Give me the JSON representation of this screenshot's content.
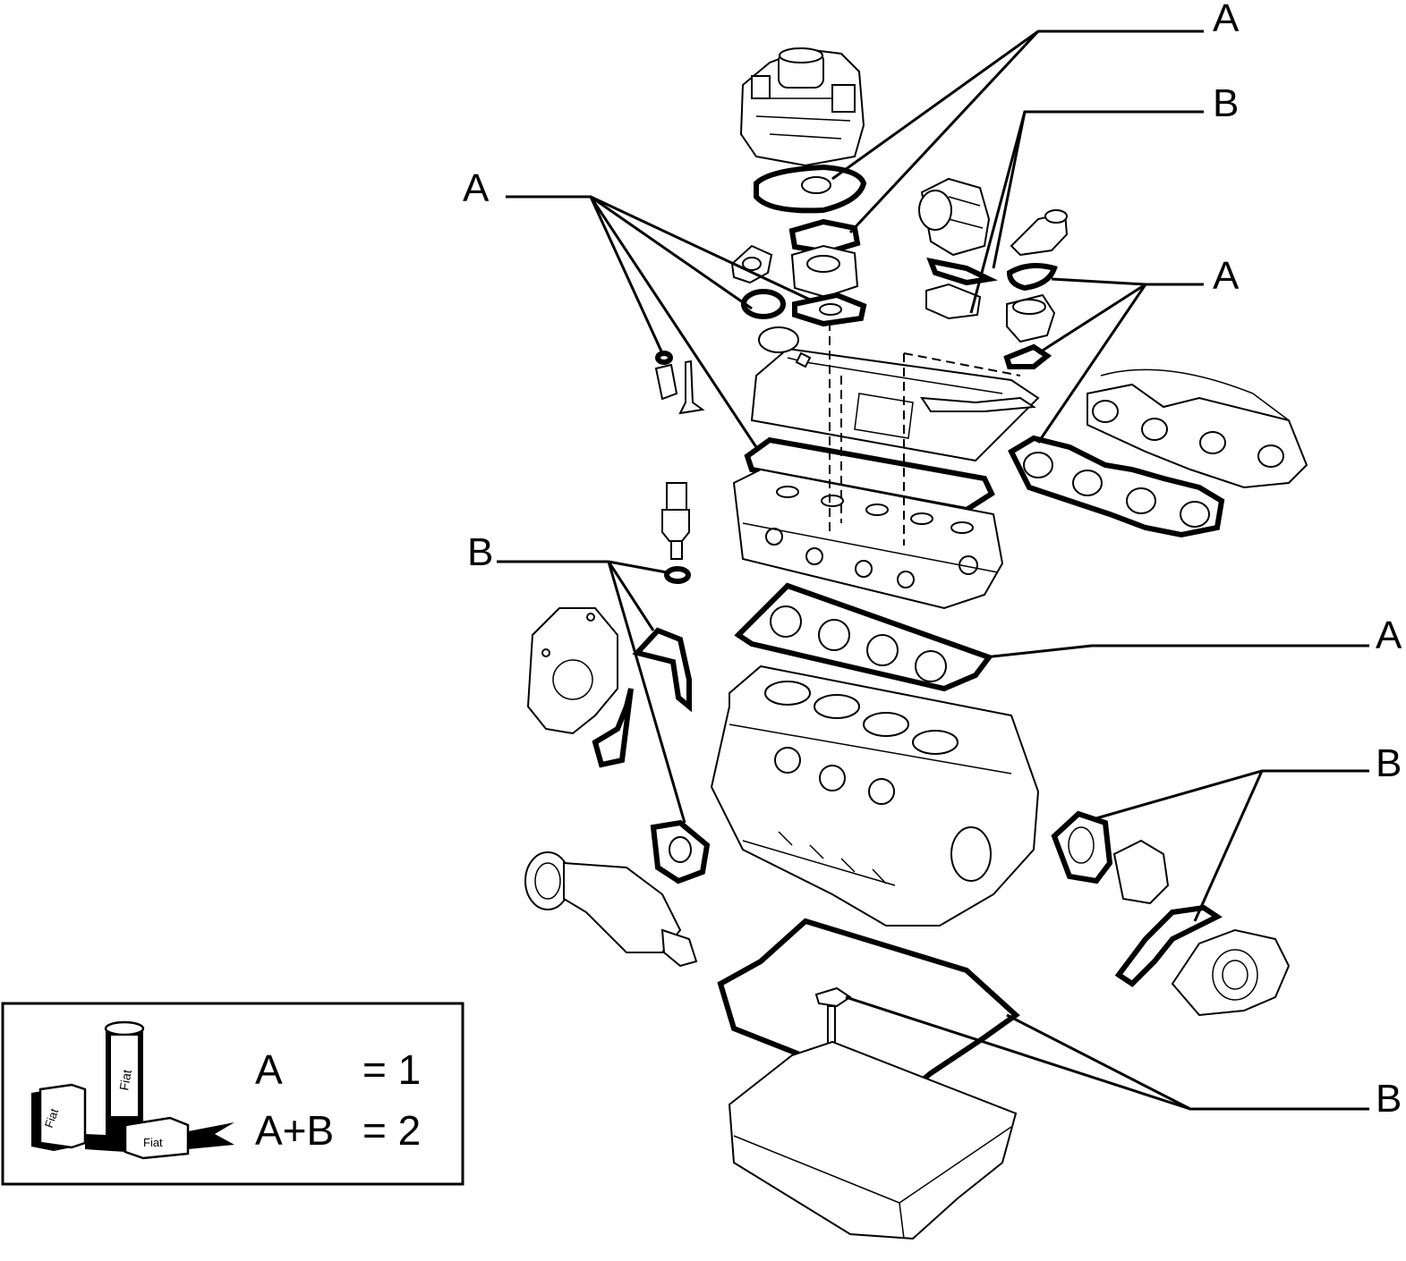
{
  "callouts": [
    {
      "id": "c1",
      "label": "A"
    },
    {
      "id": "c2",
      "label": "B"
    },
    {
      "id": "c3",
      "label": "A"
    },
    {
      "id": "c4",
      "label": "A"
    },
    {
      "id": "c5",
      "label": "B"
    },
    {
      "id": "c6",
      "label": "A"
    },
    {
      "id": "c7",
      "label": "B"
    },
    {
      "id": "c8",
      "label": "B"
    }
  ],
  "legend": {
    "rows": [
      {
        "key": "A",
        "eq": "= 1"
      },
      {
        "key": "A+B",
        "eq": "= 2"
      }
    ],
    "logo_text": "Fiat"
  }
}
